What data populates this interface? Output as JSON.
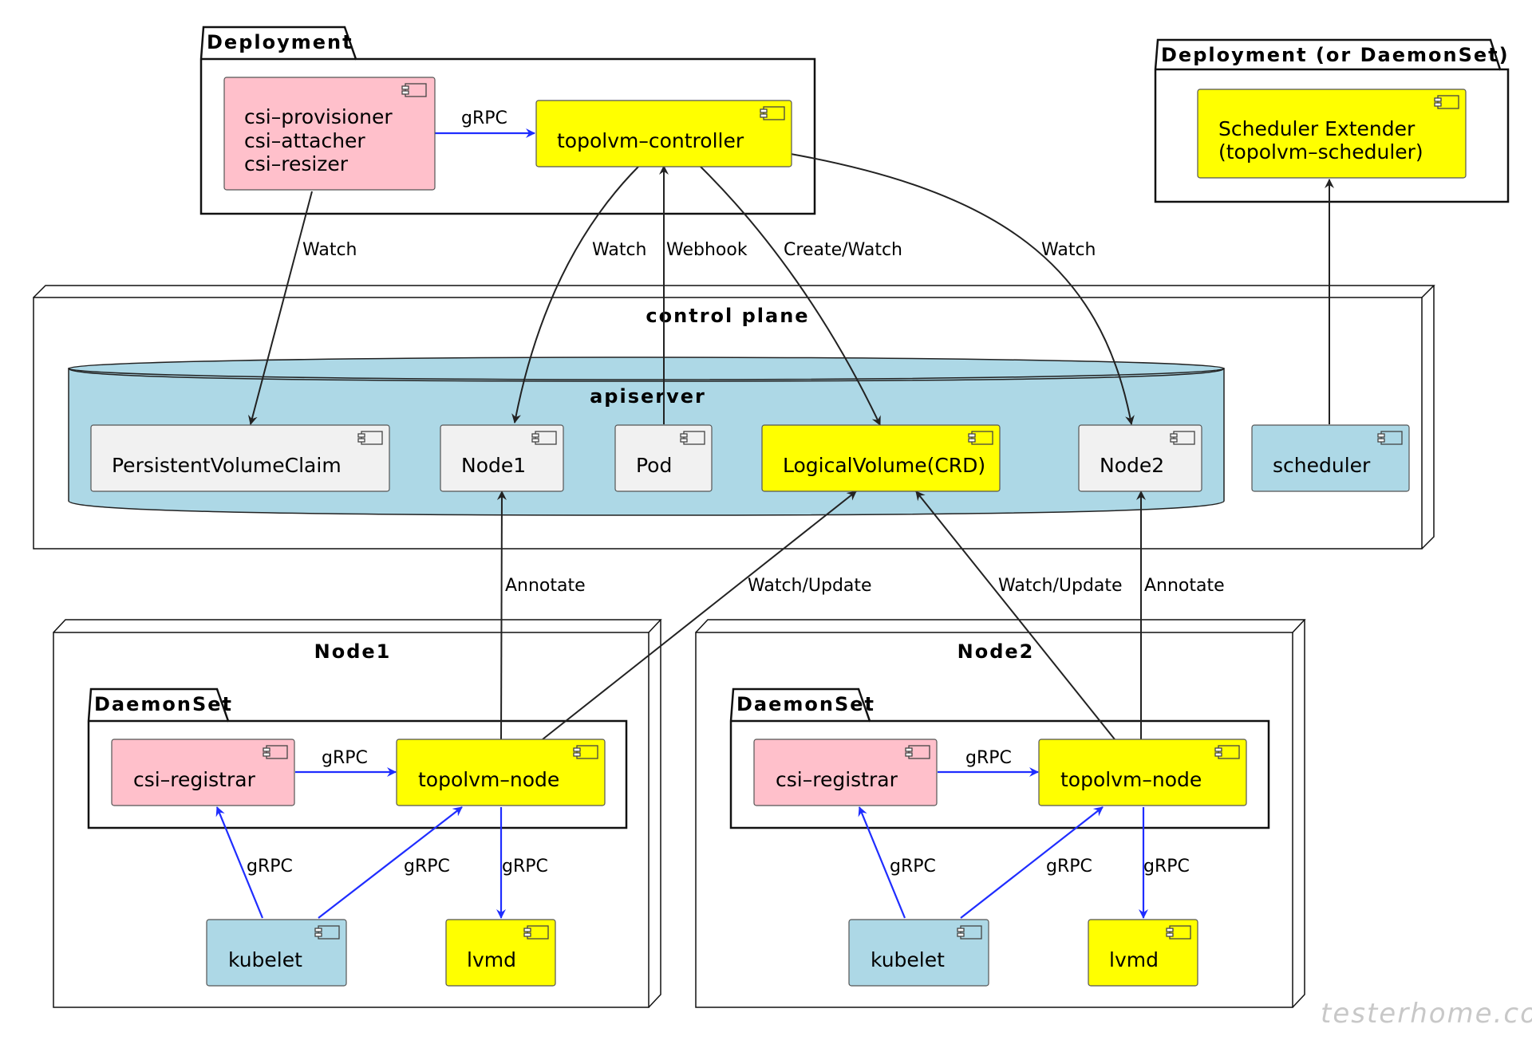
{
  "colors": {
    "pink": "#ffc0cb",
    "yellow": "#ffff00",
    "lightblue": "#add8e6",
    "grey": "#f1f1f1",
    "grpc_arrow": "#1f2dff",
    "watch_arrow": "#222222"
  },
  "icon": "component-icon",
  "packages": {
    "deployment": "Deployment",
    "deployment_or_daemonset": "Deployment (or DaemonSet)",
    "node1_daemonset": "DaemonSet",
    "node2_daemonset": "DaemonSet"
  },
  "nodes": {
    "control_plane": "control plane",
    "node1": "Node1",
    "node2": "Node2"
  },
  "apiserver": "apiserver",
  "components": {
    "csi_sidecars": [
      "csi–provisioner",
      "csi–attacher",
      "csi–resizer"
    ],
    "topolvm_controller": "topolvm–controller",
    "scheduler_extender": [
      "Scheduler Extender",
      "(topolvm–scheduler)"
    ],
    "pvc": "PersistentVolumeClaim",
    "api_node1": "Node1",
    "pod": "Pod",
    "logical_volume": "LogicalVolume(CRD)",
    "api_node2": "Node2",
    "scheduler": "scheduler",
    "n1_csi_registrar": "csi–registrar",
    "n1_topolvm_node": "topolvm–node",
    "n1_kubelet": "kubelet",
    "n1_lvmd": "lvmd",
    "n2_csi_registrar": "csi–registrar",
    "n2_topolvm_node": "topolvm–node",
    "n2_kubelet": "kubelet",
    "n2_lvmd": "lvmd"
  },
  "edges": {
    "sidecars_to_controller": "gRPC",
    "sidecars_watch_pvc": "Watch",
    "controller_watch_node1": "Watch",
    "pod_webhook": "Webhook",
    "controller_create_lv": "Create/Watch",
    "controller_watch_node2": "Watch",
    "n1_annotate": "Annotate",
    "n1_watch_update": "Watch/Update",
    "n2_watch_update": "Watch/Update",
    "n2_annotate": "Annotate",
    "n1_registrar_to_node": "gRPC",
    "n1_kubelet_to_registrar": "gRPC",
    "n1_kubelet_to_node": "gRPC",
    "n1_node_to_lvmd": "gRPC",
    "n2_registrar_to_node": "gRPC",
    "n2_kubelet_to_registrar": "gRPC",
    "n2_kubelet_to_node": "gRPC",
    "n2_node_to_lvmd": "gRPC"
  },
  "watermark": "testerhome.com"
}
